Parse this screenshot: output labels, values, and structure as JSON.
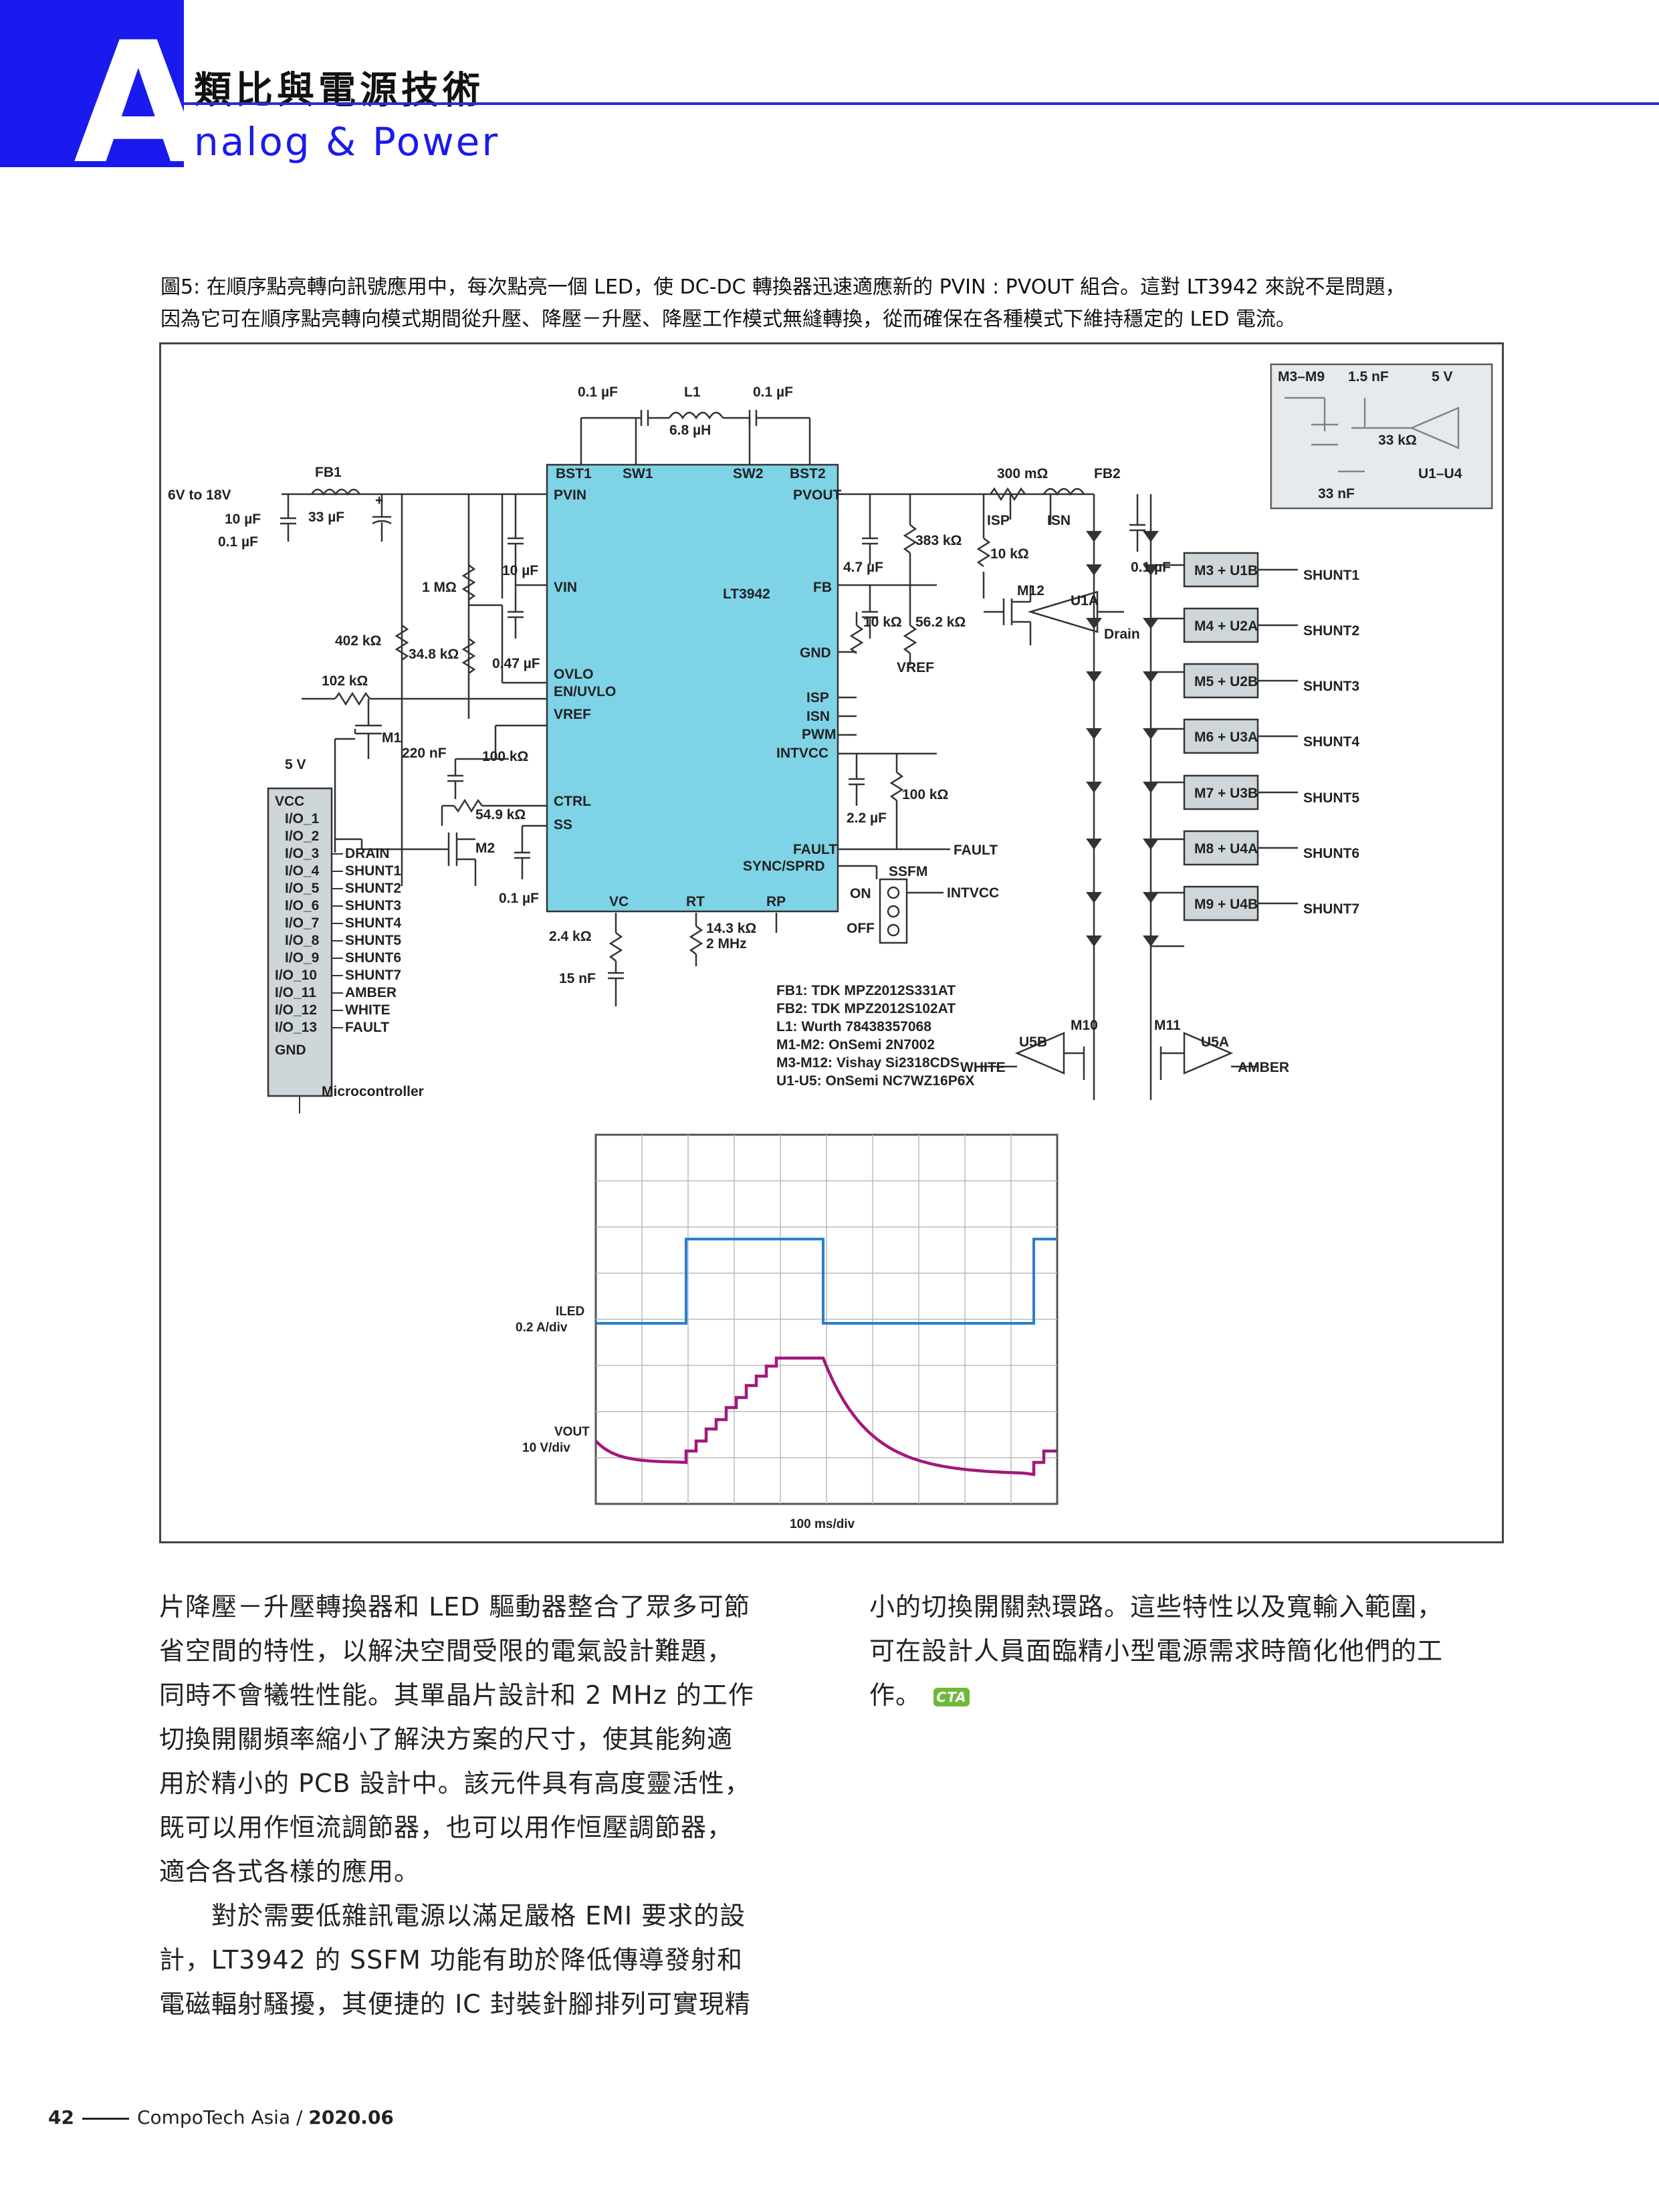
{
  "header": {
    "letter": "A",
    "title_zh": "類比與電源技術",
    "title_en": "nalog & Power"
  },
  "caption": {
    "line1": "圖5: 在順序點亮轉向訊號應用中，每次點亮一個 LED，使 DC-DC 轉換器迅速適應新的 PVIN : PVOUT 組合。這對 LT3942 來說不是問題，",
    "line2": "因為它可在順序點亮轉向模式期間從升壓、降壓－升壓、降壓工作模式無縫轉換，從而確保在各種模式下維持穩定的 LED 電流。"
  },
  "schematic": {
    "ic": "LT3942",
    "pins_left": [
      "BST1",
      "SW1",
      "SW2",
      "BST2",
      "PVIN",
      "VIN",
      "OVLO",
      "EN/UVLO",
      "VREF",
      "CTRL",
      "SS",
      "VC",
      "RT",
      "RP"
    ],
    "pins_right": [
      "PVOUT",
      "FB",
      "GND",
      "ISP",
      "ISN",
      "PWM",
      "INTVCC",
      "FAULT",
      "SYNC/SPRD"
    ],
    "labels": [
      "0.1 µF",
      "L1",
      "6.8 µH",
      "0.1 µF",
      "FB1",
      "6V to 18V",
      "10 µF",
      "0.1 µF",
      "33 µF",
      "+",
      "300 mΩ",
      "FB2",
      "ISP",
      "ISN",
      "383 kΩ",
      "10 kΩ",
      "4.7 µF",
      "0.1 µF",
      "M12",
      "U1A",
      "Drain",
      "10 kΩ",
      "56.2 kΩ",
      "VREF",
      "1 MΩ",
      "10 µF",
      "402 kΩ",
      "34.8 kΩ",
      "0.47 µF",
      "102 kΩ",
      "M1",
      "220 nF",
      "100 kΩ",
      "5 V",
      "54.9 kΩ",
      "M2",
      "0.1 µF",
      "2.2 µF",
      "100 kΩ",
      "SSFM",
      "ON",
      "OFF",
      "INTVCC",
      "FAULT",
      "2.4 kΩ",
      "15 nF",
      "14.3 kΩ",
      "2 MHz",
      "M10",
      "M11",
      "U5B",
      "U5A",
      "WHITE",
      "AMBER"
    ],
    "mcu_pins": [
      "VCC",
      "I/O_1",
      "I/O_2",
      "I/O_3",
      "I/O_4",
      "I/O_5",
      "I/O_6",
      "I/O_7",
      "I/O_8",
      "I/O_9",
      "I/O_10",
      "I/O_11",
      "I/O_12",
      "I/O_13",
      "GND"
    ],
    "mcu_signals": [
      "DRAIN",
      "SHUNT1",
      "SHUNT2",
      "SHUNT3",
      "SHUNT4",
      "SHUNT5",
      "SHUNT6",
      "SHUNT7",
      "AMBER",
      "WHITE",
      "FAULT"
    ],
    "mcu_label": "Microcontroller",
    "inset": [
      "M3–M9",
      "1.5 nF",
      "5 V",
      "33 kΩ",
      "33 nF",
      "U1–U4"
    ],
    "shunt_boxes": [
      {
        "box": "M3 + U1B",
        "out": "SHUNT1"
      },
      {
        "box": "M4 + U2A",
        "out": "SHUNT2"
      },
      {
        "box": "M5 + U2B",
        "out": "SHUNT3"
      },
      {
        "box": "M6 + U3A",
        "out": "SHUNT4"
      },
      {
        "box": "M7 + U3B",
        "out": "SHUNT5"
      },
      {
        "box": "M8 + U4A",
        "out": "SHUNT6"
      },
      {
        "box": "M9 + U4B",
        "out": "SHUNT7"
      }
    ],
    "bom": [
      "FB1: TDK MPZ2012S331AT",
      "FB2: TDK MPZ2012S102AT",
      "L1: Wurth 78438357068",
      "M1-M2: OnSemi 2N7002",
      "M3-M12: Vishay Si2318CDS",
      "U1-U5: OnSemi NC7WZ16P6X"
    ]
  },
  "chart_data": {
    "type": "line",
    "xlabel": "100 ms/div",
    "series": [
      {
        "name": "ILED",
        "scale": "0.2 A/div",
        "color": "#2a7fc8"
      },
      {
        "name": "VOUT",
        "scale": "10 V/div",
        "color": "#a3177a"
      }
    ]
  },
  "body": {
    "left": [
      "片降壓－升壓轉換器和 LED 驅動器整合了眾多可節",
      "省空間的特性，以解決空間受限的電氣設計難題，",
      "同時不會犧牲性能。其單晶片設計和 2 MHz 的工作",
      "切換開關頻率縮小了解決方案的尺寸，使其能夠適",
      "用於精小的 PCB 設計中。該元件具有高度靈活性，",
      "既可以用作恒流調節器，也可以用作恒壓調節器，",
      "適合各式各樣的應用。",
      "　　對於需要低雜訊電源以滿足嚴格 EMI 要求的設",
      "計，LT3942 的 SSFM 功能有助於降低傳導發射和",
      "電磁輻射騷擾，其便捷的 IC 封裝針腳排列可實現精"
    ],
    "right": [
      "小的切換開關熱環路。這些特性以及寬輸入範圍，",
      "可在設計人員面臨精小型電源需求時簡化他們的工",
      "作。"
    ],
    "cta_logo": "CTA"
  },
  "footer": {
    "page": "42",
    "magazine": "CompoTech Asia /",
    "issue": "2020.06"
  }
}
